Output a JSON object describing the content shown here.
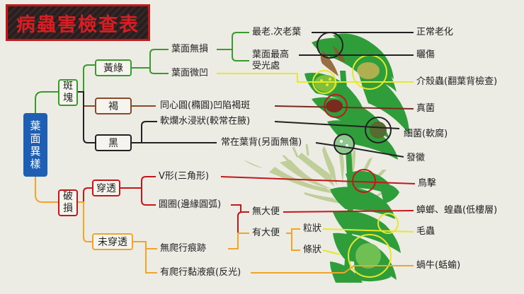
{
  "title": "病蟲害檢查表",
  "root": "葉面異樣",
  "colors": {
    "root_blue": "#1e5fb4",
    "spots_green": "#3a9a2c",
    "brown": "#8a4a2a",
    "dark": "#222222",
    "red": "#c4171c",
    "orange": "#f0a52a",
    "yellow": "#e6e82a",
    "leaf_green": "#2e9d3a",
    "leaf_pale": "#b9c98d"
  },
  "branches": {
    "spots": "斑塊",
    "damage": "破損"
  },
  "spots": {
    "yellow_green": "黃綠",
    "brown": "褐",
    "black": "黑"
  },
  "yellow_green": {
    "intact": "葉面無損",
    "dimpled": "葉面微凹"
  },
  "intact": {
    "oldest": "最老.次老葉",
    "most_light": "葉面最高受光處"
  },
  "brown_item": "同心圓(橢圓)凹陷褐斑",
  "black_items": {
    "soft": "軟爛水浸狀(較常在腋)",
    "back": "常在葉背(另面無傷)"
  },
  "damage": {
    "through": "穿透",
    "not_through": "未穿透"
  },
  "through_items": {
    "v_shape": "V形(三角形)",
    "circle": "圓圈(邊緣圓弧)"
  },
  "not_through_items": {
    "no_trail": "無爬行痕跡",
    "slime": "有爬行黏液痕(反光)"
  },
  "feces": {
    "none": "無大便",
    "has": "有大便"
  },
  "feces_type": {
    "granular": "粒狀",
    "strip": "條狀"
  },
  "results": {
    "normal_aging": "正常老化",
    "sunburn": "曬傷",
    "scale": "介殼蟲(翻葉背檢查)",
    "fungus": "真菌",
    "bacteria": "細菌(軟腐)",
    "mildew": "發黴",
    "bird": "鳥擊",
    "cockroach": "蟑螂、蝗蟲(低樓層)",
    "caterpillar": "毛蟲",
    "snail": "蝸牛(蛞蝓)"
  }
}
